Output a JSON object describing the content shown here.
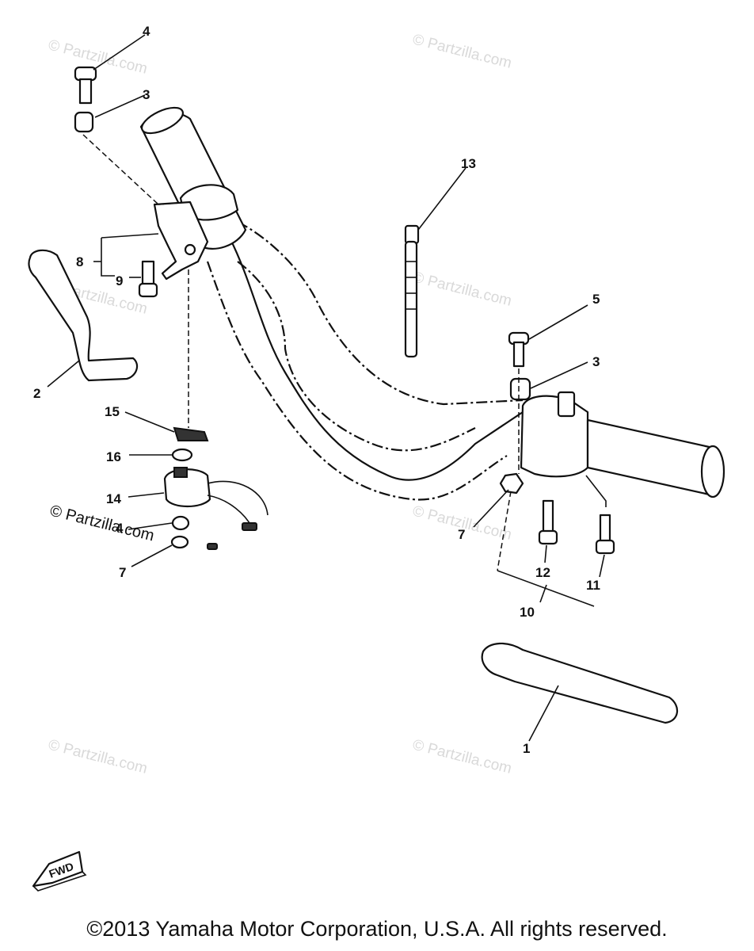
{
  "callouts": {
    "c1": "1",
    "c2": "2",
    "c3a": "3",
    "c3b": "3",
    "c4": "4",
    "c5": "5",
    "c7a": "7",
    "c7b": "7",
    "c8": "8",
    "c9": "9",
    "c10": "10",
    "c11": "11",
    "c12": "12",
    "c13": "13",
    "c14": "14",
    "c15": "15",
    "c16": "16",
    "c4b": "4"
  },
  "watermark": "© Partzilla.com",
  "fwd_label": "FWD",
  "copyright": "©2013 Yamaha Motor Corporation, U.S.A. All rights reserved."
}
